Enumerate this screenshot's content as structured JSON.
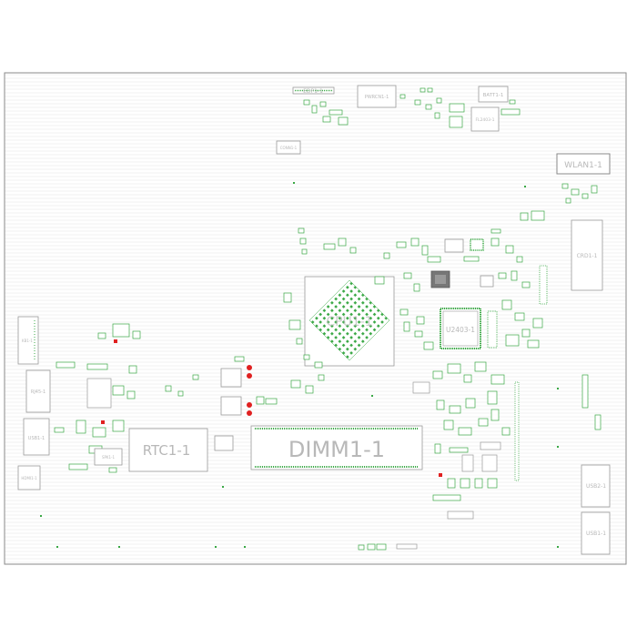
{
  "colors": {
    "background": "#ffffff",
    "board_outline": "#8a8a8a",
    "hatch": "#e3e3e3",
    "component_outline": "#9a9a9a",
    "silk_label": "#b5b5b5",
    "pad_green": "#3aa845",
    "pad_red": "#e02020",
    "chip_dark": "#555555"
  },
  "components": {
    "edp": "EDP1-1",
    "pwrcn": "PWRCN1-1",
    "batt": "BATT1-1",
    "fl2403": "FL2403-1",
    "conn_small": "CONN1-1",
    "wlan": "WLAN1-1",
    "crd": "CRD1-1",
    "cpu": "CPU1-1",
    "u2403": "U2403-1",
    "left_top": "KB1-1",
    "rj45": "RJ45-1",
    "usb_left": "USB1-1",
    "hdmi": "HDMI1-1",
    "speaker": "SPK1-1",
    "rtc": "RTC1-1",
    "dimm": "DIMM1-1",
    "usb2": "USB2-1",
    "usb3": "USB1-1"
  }
}
